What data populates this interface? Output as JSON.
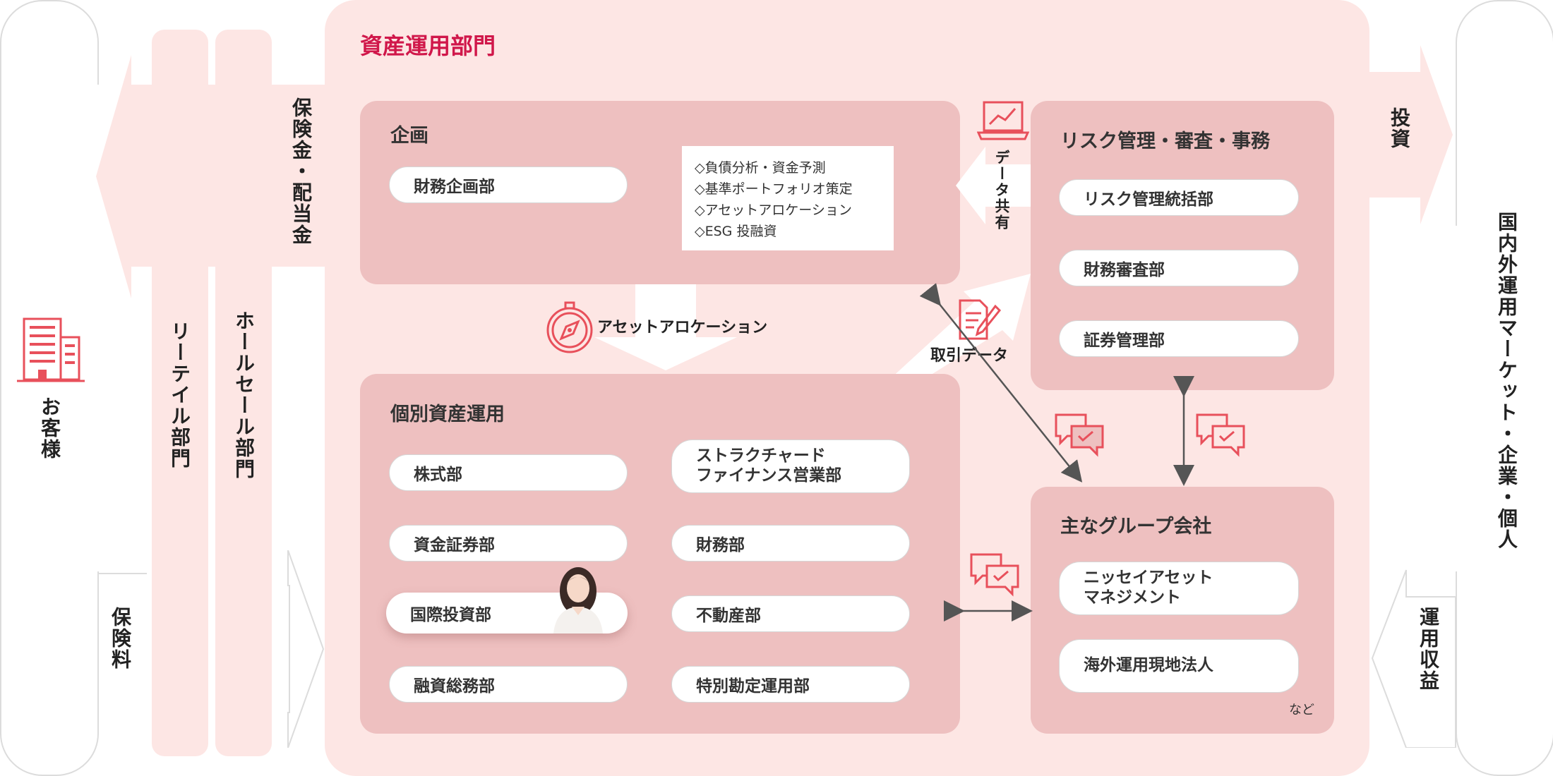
{
  "department_title": "資産運用部門",
  "left": {
    "customers": "お客様",
    "premium": "保険料",
    "payout": "保険金・配当金",
    "retail": "リーテイル部門",
    "wholesale": "ホールセール部門"
  },
  "right": {
    "market": "国内外運用マーケット・企業・個人",
    "invest": "投資",
    "returns": "運用収益"
  },
  "planning": {
    "title": "企画",
    "dept": "財務企画部",
    "notes": [
      "◇負債分析・資金予測",
      "◇基準ポートフォリオ策定",
      "◇アセットアロケーション",
      "◇ESG 投融資"
    ]
  },
  "risk": {
    "title": "リスク管理・審査・事務",
    "depts": [
      "リスク管理統括部",
      "財務審査部",
      "証券管理部"
    ]
  },
  "individual": {
    "title": "個別資産運用",
    "left_depts": [
      "株式部",
      "資金証券部",
      "国際投資部",
      "融資総務部"
    ],
    "right_depts": [
      "ストラクチャード\nファイナンス営業部",
      "財務部",
      "不動産部",
      "特別勘定運用部"
    ]
  },
  "group": {
    "title": "主なグループ会社",
    "companies": [
      "ニッセイアセット\nマネジメント",
      "海外運用現地法人"
    ],
    "etc": "など"
  },
  "flows": {
    "asset_allocation": "アセットアロケーション",
    "data_sharing": "データ共有",
    "trade_data": "取引データ"
  },
  "colors": {
    "accent": "#d0174a",
    "icon": "#e8505b",
    "box": "#eec0c0",
    "background": "#fde6e4"
  }
}
